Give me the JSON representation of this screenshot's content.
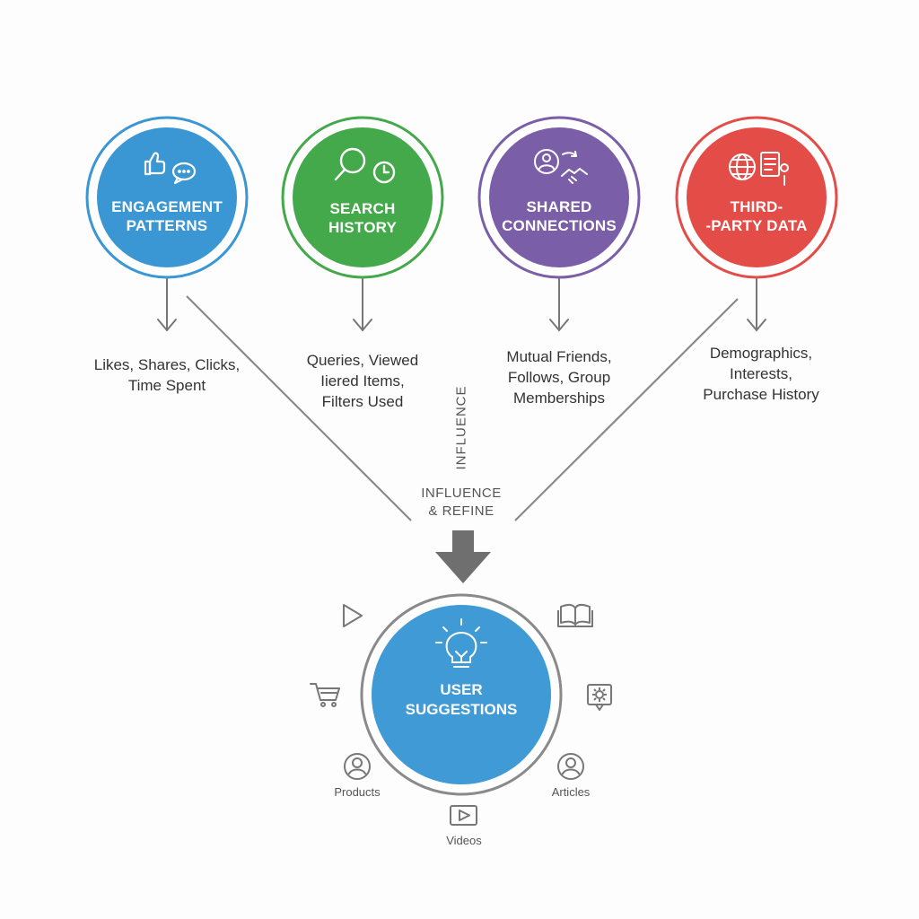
{
  "sources": [
    {
      "id": "engagement",
      "title": [
        "ENGAGEMENT",
        "PATTERNS"
      ],
      "detail": [
        "Likes, Shares, Clicks,",
        "Time Spent"
      ],
      "color": "#3a97d4",
      "icon": "like-comment-icon"
    },
    {
      "id": "search",
      "title": [
        "SEARCH",
        "HISTORY"
      ],
      "detail": [
        "Queries, Viewed",
        "Iiered Items,",
        "Filters Used"
      ],
      "color": "#43a94a",
      "icon": "search-clock-icon"
    },
    {
      "id": "shared",
      "title": [
        "SHARED",
        "CONNECTIONS"
      ],
      "detail": [
        "Mutual Friends,",
        "Follows, Group",
        "Memberships"
      ],
      "color": "#7b5ea8",
      "icon": "handshake-user-icon"
    },
    {
      "id": "thirdparty",
      "title": [
        "THIRD-",
        "-PARTY DATA"
      ],
      "detail": [
        "Demographics,",
        "Interests,",
        "Purchase History"
      ],
      "color": "#e44c47",
      "icon": "globe-data-icon"
    }
  ],
  "influence_vertical": "INFLUENCE",
  "influence_refine": [
    "INFLUENCE",
    "& REFINE"
  ],
  "hub": {
    "title": [
      "USER",
      "SUGGESTIONS"
    ],
    "color": "#3f9ad6",
    "icon": "lightbulb-icon"
  },
  "outputs": [
    {
      "id": "products",
      "label": "Products",
      "icon": "user-circle-icon"
    },
    {
      "id": "articles",
      "label": "Articles",
      "icon": "user-circle-icon"
    },
    {
      "id": "videos",
      "label": "Videos",
      "icon": "video-play-icon"
    }
  ],
  "decor_icons": [
    "play-icon",
    "book-icon",
    "cart-icon",
    "gear-bubble-icon"
  ],
  "colors": {
    "arrow": "#777777",
    "line": "#8a8a8a",
    "text": "#333333"
  }
}
